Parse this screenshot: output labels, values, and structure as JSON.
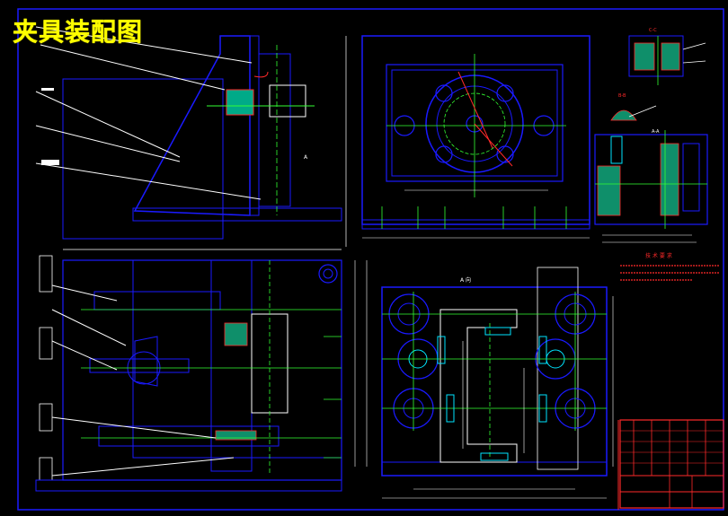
{
  "title": "夹具装配图",
  "view_labels": {
    "section_a": "A",
    "section_a_view": "A 向",
    "detail_cc": "C-C",
    "detail_bb": "B-B",
    "detail_aa": "A-A",
    "tech_req_heading": "技 术 要 求"
  },
  "colors": {
    "background": "#000000",
    "frame": "#1a1aff",
    "outline": "#ffffff",
    "centerline": "#33ff33",
    "hatch": "#ff2a2a",
    "title_text": "#ffff00",
    "part_cyan": "#00e5ff"
  }
}
